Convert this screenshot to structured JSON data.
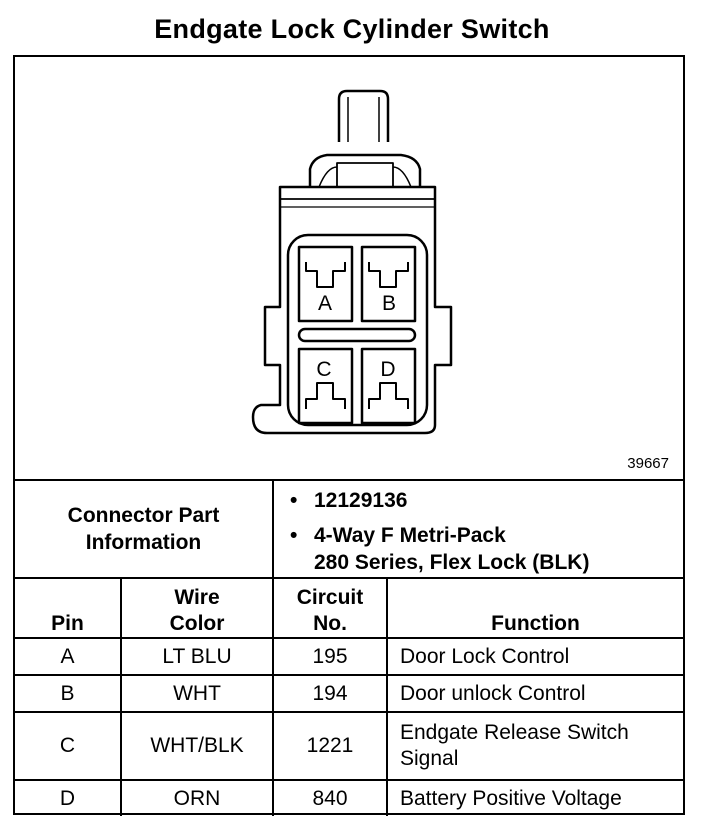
{
  "title": "Endgate Lock Cylinder Switch",
  "figure_number": "39667",
  "pins": {
    "a": "A",
    "b": "B",
    "c": "C",
    "d": "D"
  },
  "connector_info": {
    "label_line1": "Connector Part",
    "label_line2": "Information",
    "part_number": "12129136",
    "description_line1": "4-Way F Metri-Pack",
    "description_line2": "280 Series, Flex Lock (BLK)"
  },
  "table": {
    "headers": {
      "pin": "Pin",
      "wire_color_line1": "Wire",
      "wire_color_line2": "Color",
      "circuit_line1": "Circuit",
      "circuit_line2": "No.",
      "function": "Function"
    },
    "rows": [
      {
        "pin": "A",
        "wire_color": "LT BLU",
        "circuit": "195",
        "function": "Door Lock Control"
      },
      {
        "pin": "B",
        "wire_color": "WHT",
        "circuit": "194",
        "function": "Door unlock Control"
      },
      {
        "pin": "C",
        "wire_color": "WHT/BLK",
        "circuit": "1221",
        "function": "Endgate Release Switch Signal"
      },
      {
        "pin": "D",
        "wire_color": "ORN",
        "circuit": "840",
        "function": "Battery Positive Voltage"
      }
    ]
  }
}
